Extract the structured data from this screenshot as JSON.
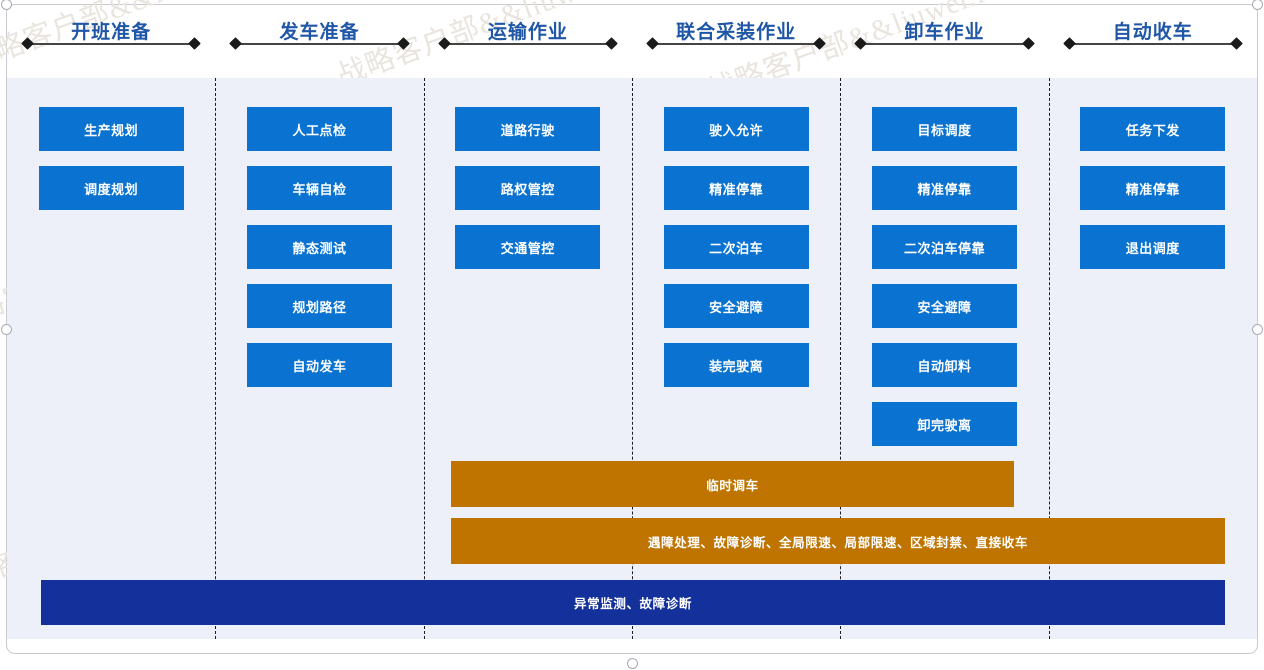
{
  "phases": [
    {
      "title": "开班准备",
      "steps": [
        "生产规划",
        "调度规划"
      ]
    },
    {
      "title": "发车准备",
      "steps": [
        "人工点检",
        "车辆自检",
        "静态测试",
        "规划路径",
        "自动发车"
      ]
    },
    {
      "title": "运输作业",
      "steps": [
        "道路行驶",
        "路权管控",
        "交通管控"
      ]
    },
    {
      "title": "联合采装作业",
      "steps": [
        "驶入允许",
        "精准停靠",
        "二次泊车",
        "安全避障",
        "装完驶离"
      ]
    },
    {
      "title": "卸车作业",
      "steps": [
        "目标调度",
        "精准停靠",
        "二次泊车停靠",
        "安全避障",
        "自动卸料",
        "卸完驶离"
      ]
    },
    {
      "title": "自动收车",
      "steps": [
        "任务下发",
        "精准停靠",
        "退出调度"
      ]
    }
  ],
  "overlay_bars": {
    "temp_dispatch": "临时调车",
    "fault_handling": "遇障处理、故障诊断、全局限速、局部限速、区域封禁、直接收车",
    "monitoring": "异常监测、故障诊断"
  },
  "watermark": {
    "text": "战略客户部&&liuwei.local&&刘威"
  },
  "colors": {
    "phase_title": "#1f56a6",
    "step_box": "#0a72d0",
    "overlay_orange": "#bf7400",
    "overlay_navy": "#13309b",
    "panel_bg": "#eef0f9"
  }
}
